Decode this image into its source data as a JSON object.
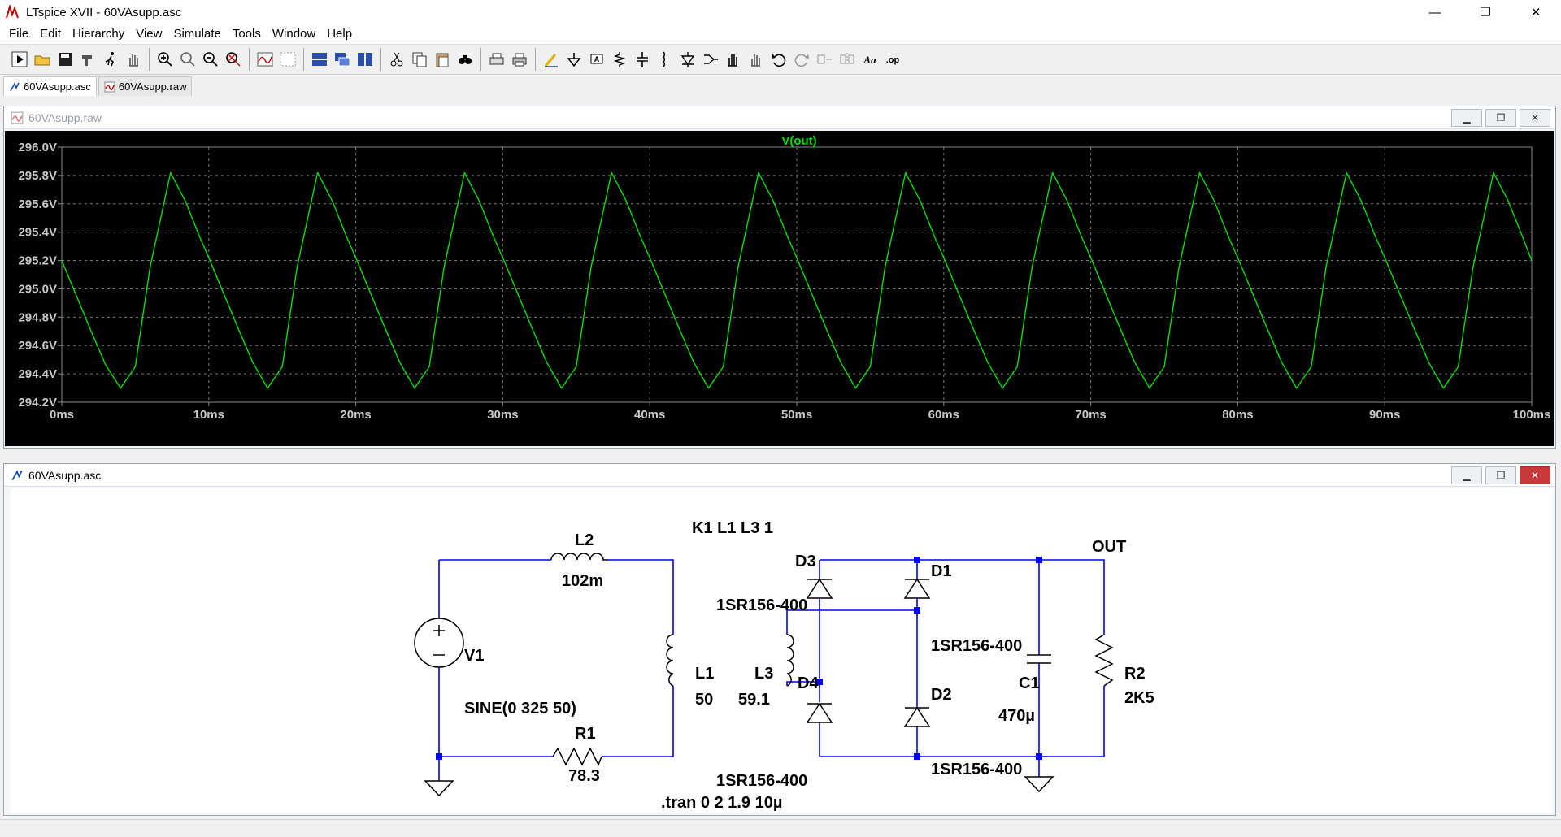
{
  "window": {
    "title": "LTspice XVII - 60VAsupp.asc",
    "minimize": "—",
    "maximize": "❐",
    "close": "✕"
  },
  "menu": [
    "File",
    "Edit",
    "Hierarchy",
    "View",
    "Simulate",
    "Tools",
    "Window",
    "Help"
  ],
  "toolbar": {
    "groups": [
      [
        "run-icon",
        "open-icon",
        "save-icon",
        "settings-hammer-icon",
        "run-man-icon",
        "pan-hand-icon"
      ],
      [
        "zoom-in-icon",
        "zoom-pan-icon",
        "zoom-out-icon",
        "zoom-fit-icon"
      ],
      [
        "autorange-icon",
        "select-trace-icon"
      ],
      [
        "tile-horizontal-icon",
        "cascade-icon",
        "tile-vertical-icon"
      ],
      [
        "cut-icon",
        "copy-icon",
        "paste-icon",
        "find-icon"
      ],
      [
        "print-setup-icon",
        "print-icon"
      ],
      [
        "draw-wire-icon",
        "ground-icon",
        "label-net-icon",
        "resistor-icon",
        "capacitor-icon",
        "inductor-icon",
        "diode-icon",
        "component-icon",
        "move-icon",
        "drag-icon",
        "undo-icon",
        "redo-icon",
        "rotate-icon",
        "mirror-icon",
        "text-icon",
        "spice-directive-icon"
      ]
    ],
    "text_icon": "Aa",
    "op_icon": ".op"
  },
  "tabs": [
    {
      "label": "60VAsupp.asc",
      "icon": "schematic-icon",
      "active": true
    },
    {
      "label": "60VAsupp.raw",
      "icon": "waveform-icon",
      "active": false
    }
  ],
  "waveform_window": {
    "title": "60VAsupp.raw",
    "trace_label": "V(out)",
    "trace_color": "#00e000",
    "grid_color": "#7a7a7a",
    "background": "#000000",
    "label_color": "#c8c8c8"
  },
  "schematic_window": {
    "title": "60VAsupp.asc",
    "directive_k": "K1 L1 L3 1",
    "directive_tran": ".tran 0 2 1.9 10µ",
    "out_label": "OUT",
    "components": {
      "V1": {
        "name": "V1",
        "value": "SINE(0 325 50)"
      },
      "L2": {
        "name": "L2",
        "value": "102m"
      },
      "L1": {
        "name": "L1",
        "value": "50"
      },
      "L3": {
        "name": "L3",
        "value": "59.1"
      },
      "R1": {
        "name": "R1",
        "value": "78.3"
      },
      "R2": {
        "name": "R2",
        "value": "2K5"
      },
      "C1": {
        "name": "C1",
        "value": "470µ"
      },
      "D1": {
        "name": "D1",
        "value": "1SR156-400"
      },
      "D2": {
        "name": "D2",
        "value": "1SR156-400"
      },
      "D3": {
        "name": "D3",
        "value": "1SR156-400"
      },
      "D4": {
        "name": "D4",
        "value": "1SR156-400"
      }
    },
    "wire_color": "#0000ff",
    "text_color": "#000000"
  },
  "chart_data": {
    "type": "line",
    "title": "V(out)",
    "xlabel": "",
    "ylabel": "",
    "x_unit": "ms",
    "y_unit": "V",
    "xlim": [
      0,
      100
    ],
    "ylim": [
      294.2,
      296.0
    ],
    "x_ticks": [
      "0ms",
      "10ms",
      "20ms",
      "30ms",
      "40ms",
      "50ms",
      "60ms",
      "70ms",
      "80ms",
      "90ms",
      "100ms"
    ],
    "y_ticks": [
      "296.0V",
      "295.8V",
      "295.6V",
      "295.4V",
      "295.2V",
      "295.0V",
      "294.8V",
      "294.6V",
      "294.4V",
      "294.2V"
    ],
    "grid": true,
    "series": [
      {
        "name": "V(out)",
        "x": [
          0,
          1,
          2,
          3,
          4,
          5,
          6,
          7.4,
          8.4,
          9.4,
          10,
          11,
          12,
          13,
          14,
          15,
          16,
          17.4,
          18.4,
          19.4,
          20,
          21,
          22,
          23,
          24,
          25,
          26,
          27.4,
          28.4,
          29.4,
          30,
          31,
          32,
          33,
          34,
          35,
          36,
          37.4,
          38.4,
          39.4,
          40,
          41,
          42,
          43,
          44,
          45,
          46,
          47.4,
          48.4,
          49.4,
          50,
          51,
          52,
          53,
          54,
          55,
          56,
          57.4,
          58.4,
          59.4,
          60,
          61,
          62,
          63,
          64,
          65,
          66,
          67.4,
          68.4,
          69.4,
          70,
          71,
          72,
          73,
          74,
          75,
          76,
          77.4,
          78.4,
          79.4,
          80,
          81,
          82,
          83,
          84,
          85,
          86,
          87.4,
          88.4,
          89.4,
          90,
          91,
          92,
          93,
          94,
          95,
          96,
          97.4,
          98.4,
          99.4,
          100
        ],
        "y": [
          295.2,
          294.95,
          294.7,
          294.46,
          294.3,
          294.45,
          295.15,
          295.82,
          295.62,
          295.36,
          295.22,
          294.97,
          294.72,
          294.48,
          294.3,
          294.45,
          295.15,
          295.82,
          295.62,
          295.36,
          295.22,
          294.97,
          294.72,
          294.48,
          294.3,
          294.45,
          295.15,
          295.82,
          295.62,
          295.36,
          295.22,
          294.97,
          294.72,
          294.48,
          294.3,
          294.45,
          295.15,
          295.82,
          295.62,
          295.36,
          295.22,
          294.97,
          294.72,
          294.48,
          294.3,
          294.45,
          295.15,
          295.82,
          295.62,
          295.36,
          295.22,
          294.97,
          294.72,
          294.48,
          294.3,
          294.45,
          295.15,
          295.82,
          295.62,
          295.36,
          295.22,
          294.97,
          294.72,
          294.48,
          294.3,
          294.45,
          295.15,
          295.82,
          295.62,
          295.36,
          295.22,
          294.97,
          294.72,
          294.48,
          294.3,
          294.45,
          295.15,
          295.82,
          295.62,
          295.36,
          295.22,
          294.97,
          294.72,
          294.48,
          294.3,
          294.45,
          295.15,
          295.82,
          295.62,
          295.36,
          295.22,
          294.97,
          294.72,
          294.48,
          294.3,
          294.45,
          295.15,
          295.82,
          295.62,
          295.36,
          295.2
        ]
      }
    ]
  }
}
